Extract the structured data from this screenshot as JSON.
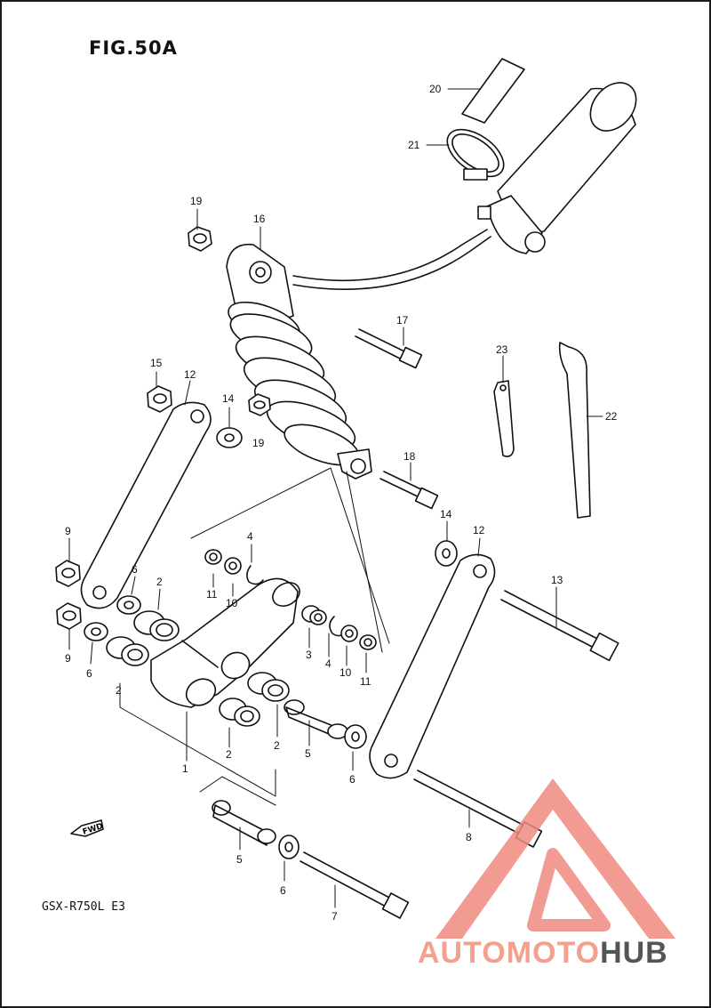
{
  "figure": {
    "title": "FIG.50A",
    "model": "GSX-R750L  E3",
    "fwd": "FWD"
  },
  "callouts": [
    {
      "id": "c20",
      "text": "20"
    },
    {
      "id": "c21",
      "text": "21"
    },
    {
      "id": "c19a",
      "text": "19"
    },
    {
      "id": "c16",
      "text": "16"
    },
    {
      "id": "c17",
      "text": "17"
    },
    {
      "id": "c23",
      "text": "23"
    },
    {
      "id": "c22",
      "text": "22"
    },
    {
      "id": "c15",
      "text": "15"
    },
    {
      "id": "c12a",
      "text": "12"
    },
    {
      "id": "c14a",
      "text": "14"
    },
    {
      "id": "c19b",
      "text": "19"
    },
    {
      "id": "c18",
      "text": "18"
    },
    {
      "id": "c4a",
      "text": "4"
    },
    {
      "id": "c14b",
      "text": "14"
    },
    {
      "id": "c12b",
      "text": "12"
    },
    {
      "id": "c9a",
      "text": "9"
    },
    {
      "id": "c6a",
      "text": "6"
    },
    {
      "id": "c2a",
      "text": "2"
    },
    {
      "id": "c11a",
      "text": "11"
    },
    {
      "id": "c10a",
      "text": "10"
    },
    {
      "id": "c13",
      "text": "13"
    },
    {
      "id": "c9b",
      "text": "9"
    },
    {
      "id": "c6b",
      "text": "6"
    },
    {
      "id": "c3",
      "text": "3"
    },
    {
      "id": "c4b",
      "text": "4"
    },
    {
      "id": "c10b",
      "text": "10"
    },
    {
      "id": "c11b",
      "text": "11"
    },
    {
      "id": "c2b",
      "text": "2"
    },
    {
      "id": "c5a",
      "text": "5"
    },
    {
      "id": "c2c",
      "text": "2"
    },
    {
      "id": "c2d",
      "text": "2"
    },
    {
      "id": "c1",
      "text": "1"
    },
    {
      "id": "c6c",
      "text": "6"
    },
    {
      "id": "c8",
      "text": "8"
    },
    {
      "id": "c5b",
      "text": "5"
    },
    {
      "id": "c6d",
      "text": "6"
    },
    {
      "id": "c7",
      "text": "7"
    }
  ],
  "watermark": {
    "part1": "AUTOMOTO",
    "part2": "HUB",
    "color1": "#f5a08c",
    "color2": "#555555",
    "logo_color": "#f08a80"
  }
}
